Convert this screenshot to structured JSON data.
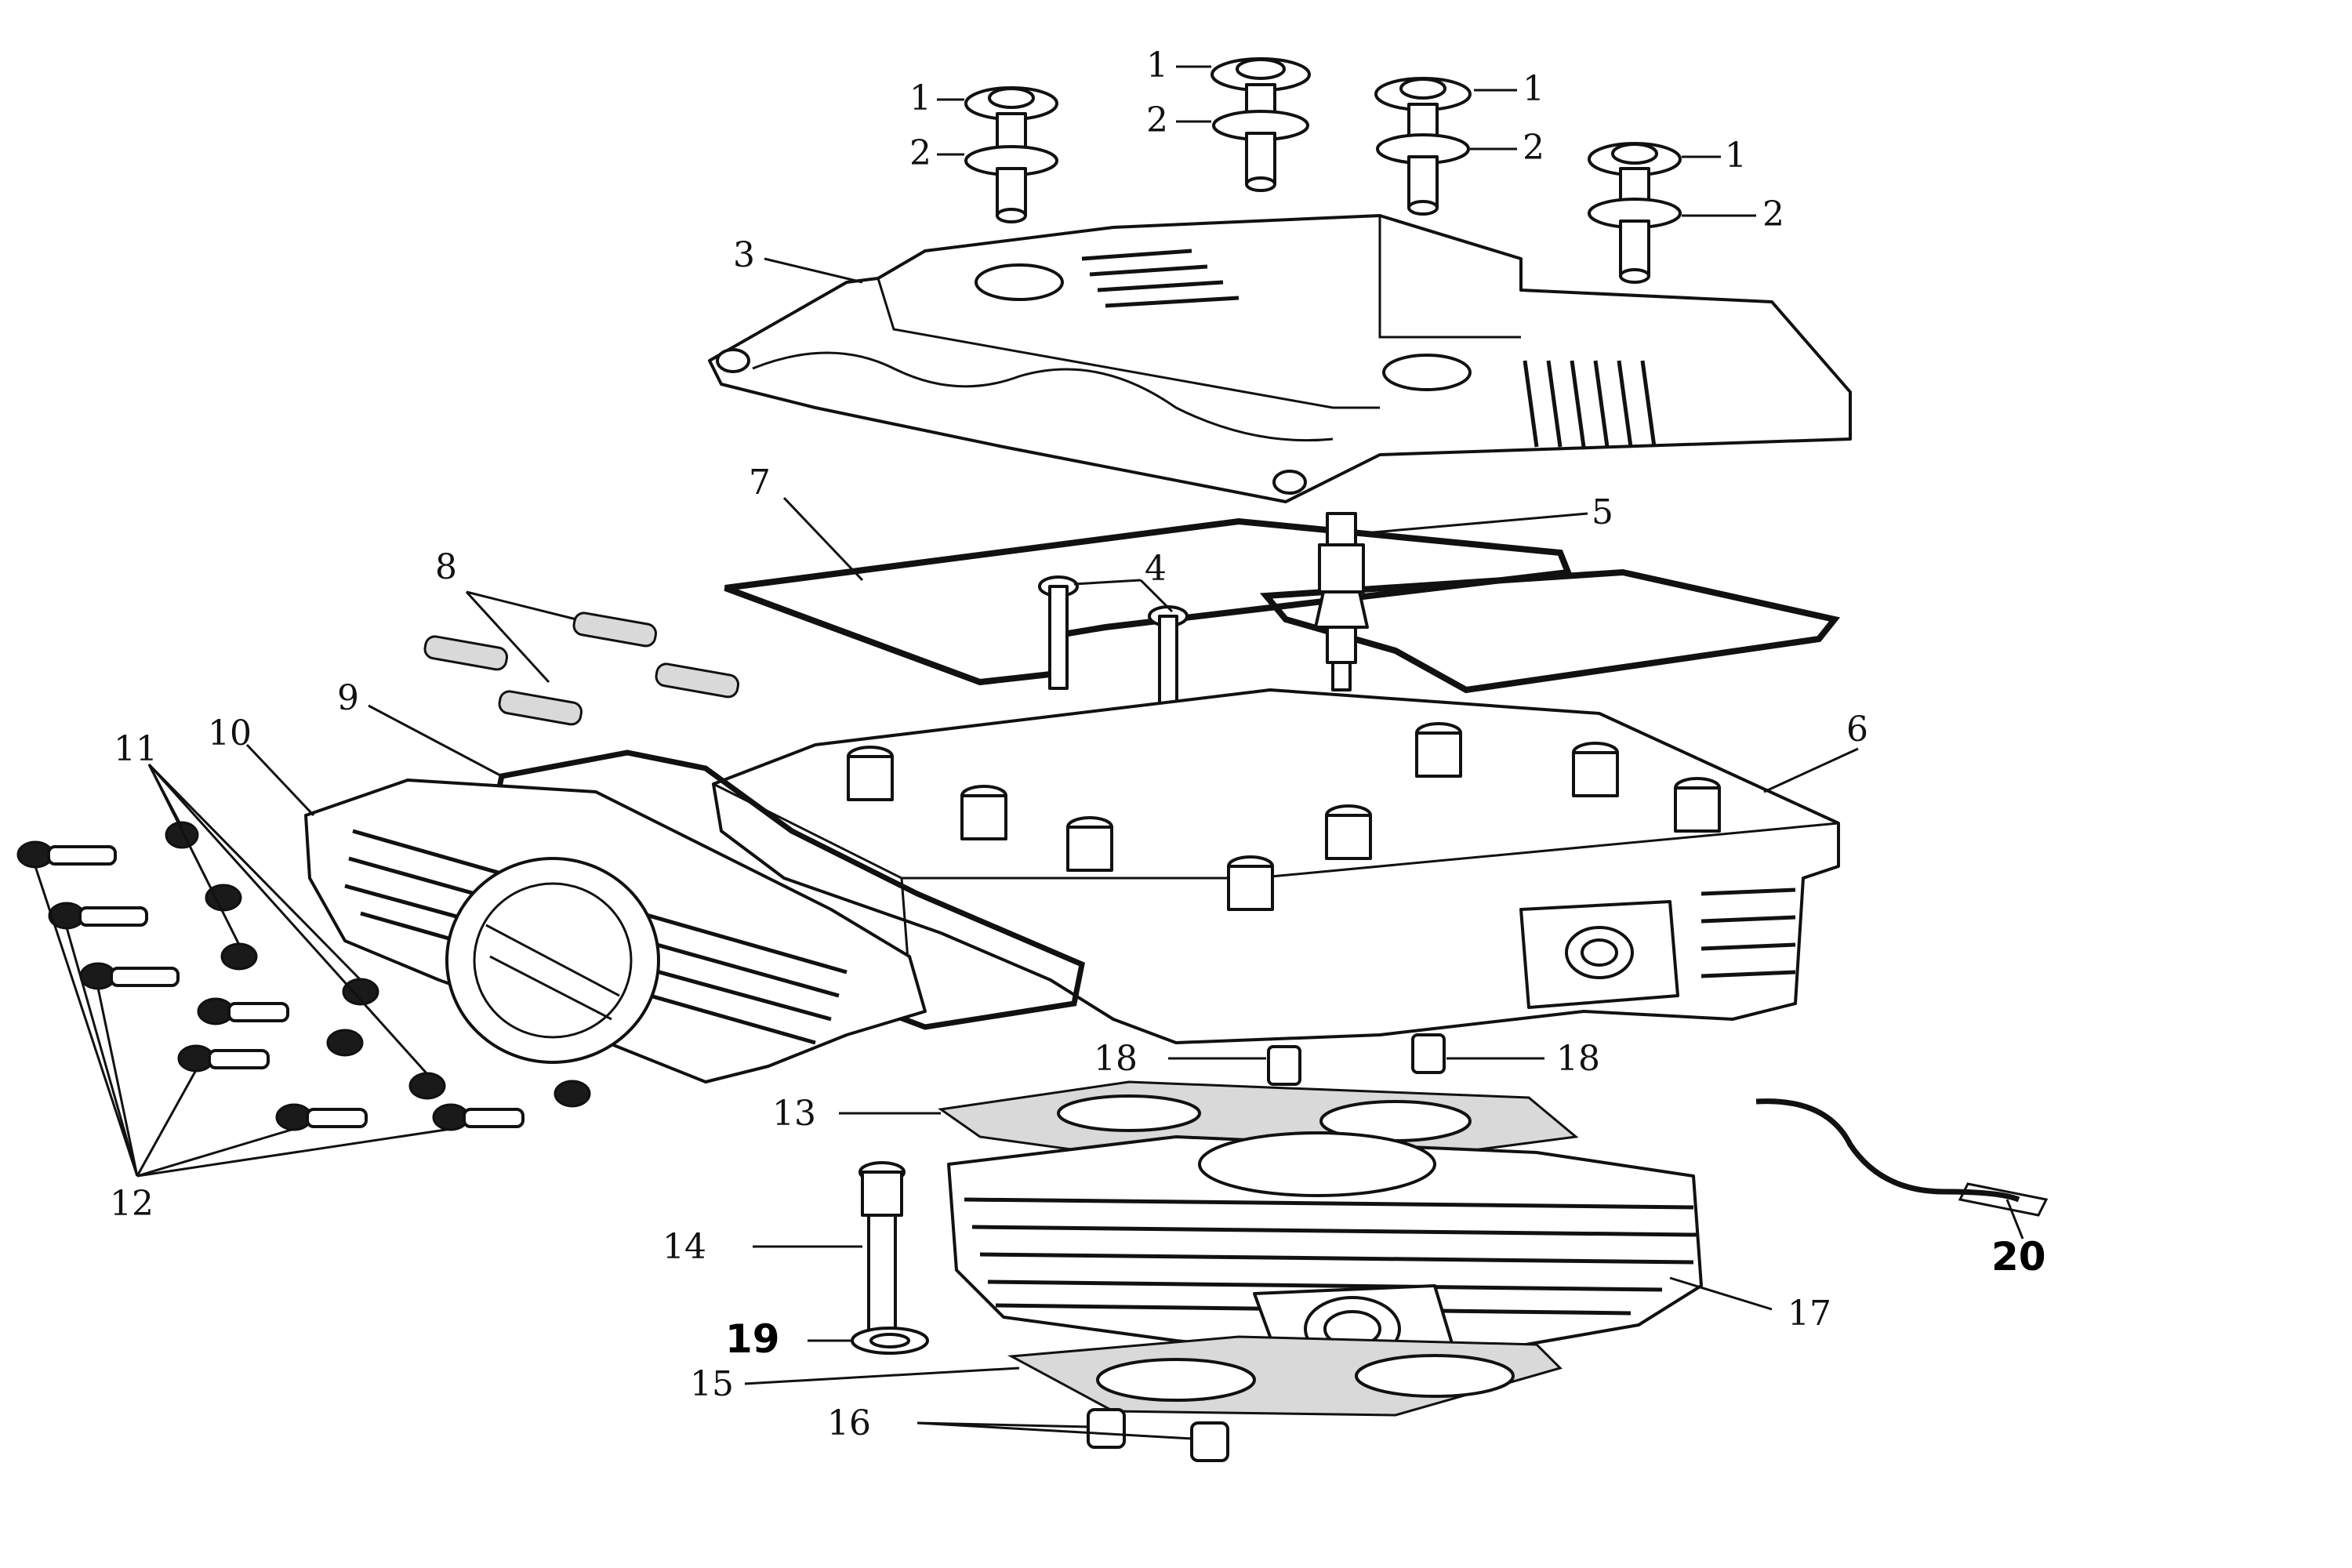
{
  "diagram": {
    "callouts": [
      {
        "id": "c1a",
        "text": "1"
      },
      {
        "id": "c2a",
        "text": "2"
      },
      {
        "id": "c1b",
        "text": "1"
      },
      {
        "id": "c2b",
        "text": "2"
      },
      {
        "id": "c1c",
        "text": "1"
      },
      {
        "id": "c2c",
        "text": "2"
      },
      {
        "id": "c1d",
        "text": "1"
      },
      {
        "id": "c2d",
        "text": "2"
      },
      {
        "id": "c3",
        "text": "3"
      },
      {
        "id": "c4",
        "text": "4"
      },
      {
        "id": "c5",
        "text": "5"
      },
      {
        "id": "c6",
        "text": "6"
      },
      {
        "id": "c7",
        "text": "7"
      },
      {
        "id": "c8",
        "text": "8"
      },
      {
        "id": "c9",
        "text": "9"
      },
      {
        "id": "c10",
        "text": "10"
      },
      {
        "id": "c11",
        "text": "11"
      },
      {
        "id": "c12",
        "text": "12"
      },
      {
        "id": "c13",
        "text": "13"
      },
      {
        "id": "c14",
        "text": "14"
      },
      {
        "id": "c15",
        "text": "15"
      },
      {
        "id": "c16",
        "text": "16"
      },
      {
        "id": "c17",
        "text": "17"
      },
      {
        "id": "c18a",
        "text": "18"
      },
      {
        "id": "c18b",
        "text": "18"
      },
      {
        "id": "c19",
        "text": "19"
      },
      {
        "id": "c20",
        "text": "20"
      }
    ]
  }
}
